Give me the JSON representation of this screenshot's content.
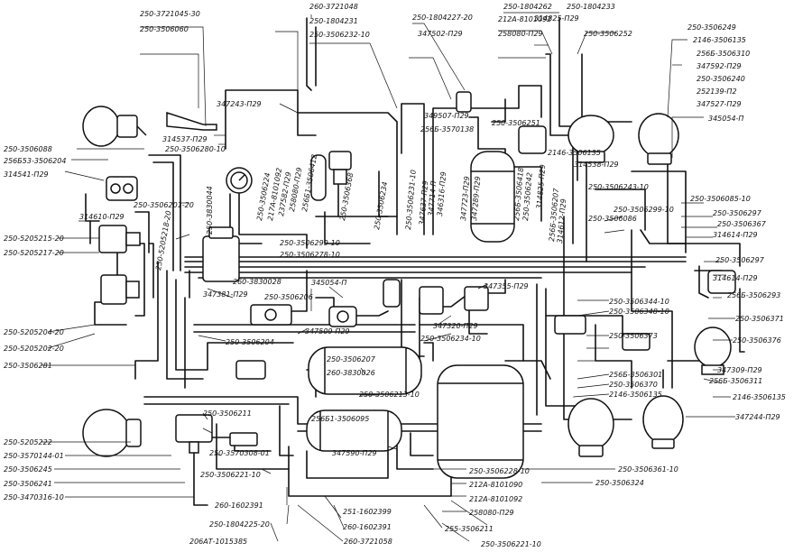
{
  "diagram": {
    "labels": [
      "250-3721045-30",
      "250-3506060",
      "260-3721048",
      "250-1804231",
      "250-3506232-10",
      "250-1804227-20",
      "347502-П29",
      "250-1804262",
      "212А-8101092",
      "258080-П29",
      "314825-П29",
      "250-3506252",
      "250-1804233",
      "250-3506249",
      "2146-3506135",
      "256Б-3506310",
      "347592-П29",
      "250-3506240",
      "252139-П2",
      "347527-П29",
      "345054-П",
      "347243-П29",
      "314537-П29",
      "250-3506280-10",
      "349507-П29",
      "256Б-3570138",
      "250-3506251",
      "2146-3506135",
      "314538-П29",
      "250-3506088",
      "256Б53-3506204",
      "314541-П29",
      "250-3830044",
      "250-3506224",
      "217А-8101092",
      "237582-П29",
      "258080-П29",
      "256Б1-3506412",
      "250-3506368",
      "250-3506234",
      "250-3506231-10",
      "347637-П29",
      "347714-П",
      "346316-П29",
      "347723-П29",
      "347289-П29",
      "256Б-3506418",
      "250-3506242",
      "314825-П29",
      "250-3506243-10",
      "250-3506085-10",
      "250-3506299-10",
      "250-3506297",
      "250-3506367",
      "314614-П29",
      "250-5205215-20",
      "250-5205217-20",
      "314610-П29",
      "250-5205218-20",
      "250-3506201-20",
      "250-3506299-10",
      "250-3506278-10",
      "314612-П29",
      "256Б-3506207",
      "250-3506086",
      "250-3506297",
      "314614-П29",
      "260-3830028",
      "345054-П",
      "347381-П29",
      "250-3506206",
      "347355-П29",
      "250-3506344-10",
      "256Б-3506293",
      "250-5205204-20",
      "250-5205202-20",
      "347509-П29",
      "347320-П29",
      "250-3506348-10",
      "250-3506371",
      "250-3506204",
      "250-3506234-10",
      "250-3506373",
      "250-3506376",
      "250-3506281",
      "250-3506207",
      "260-3830026",
      "347309-П29",
      "256Б-3506311",
      "256Б-3506301",
      "250-3506370",
      "250-3506213-10",
      "2146-3506135",
      "2146-3506135",
      "250-3506211",
      "256Б1-3506095",
      "347244-П29",
      "250-5205222",
      "250-3570144-01",
      "250-3570308-01",
      "347590-П29",
      "250-3506245",
      "250-3506241",
      "250-3506221-10",
      "250-3506228-10",
      "250-3506361-10",
      "250-3506324",
      "250-3470316-10",
      "212А-8101090",
      "212А-8101092",
      "260-1602391",
      "258080-П29",
      "250-1804225-20",
      "251-1602399",
      "260-1602391",
      "255-3506211",
      "206АТ-1015385",
      "260-3721058",
      "250-3506221-10"
    ]
  }
}
